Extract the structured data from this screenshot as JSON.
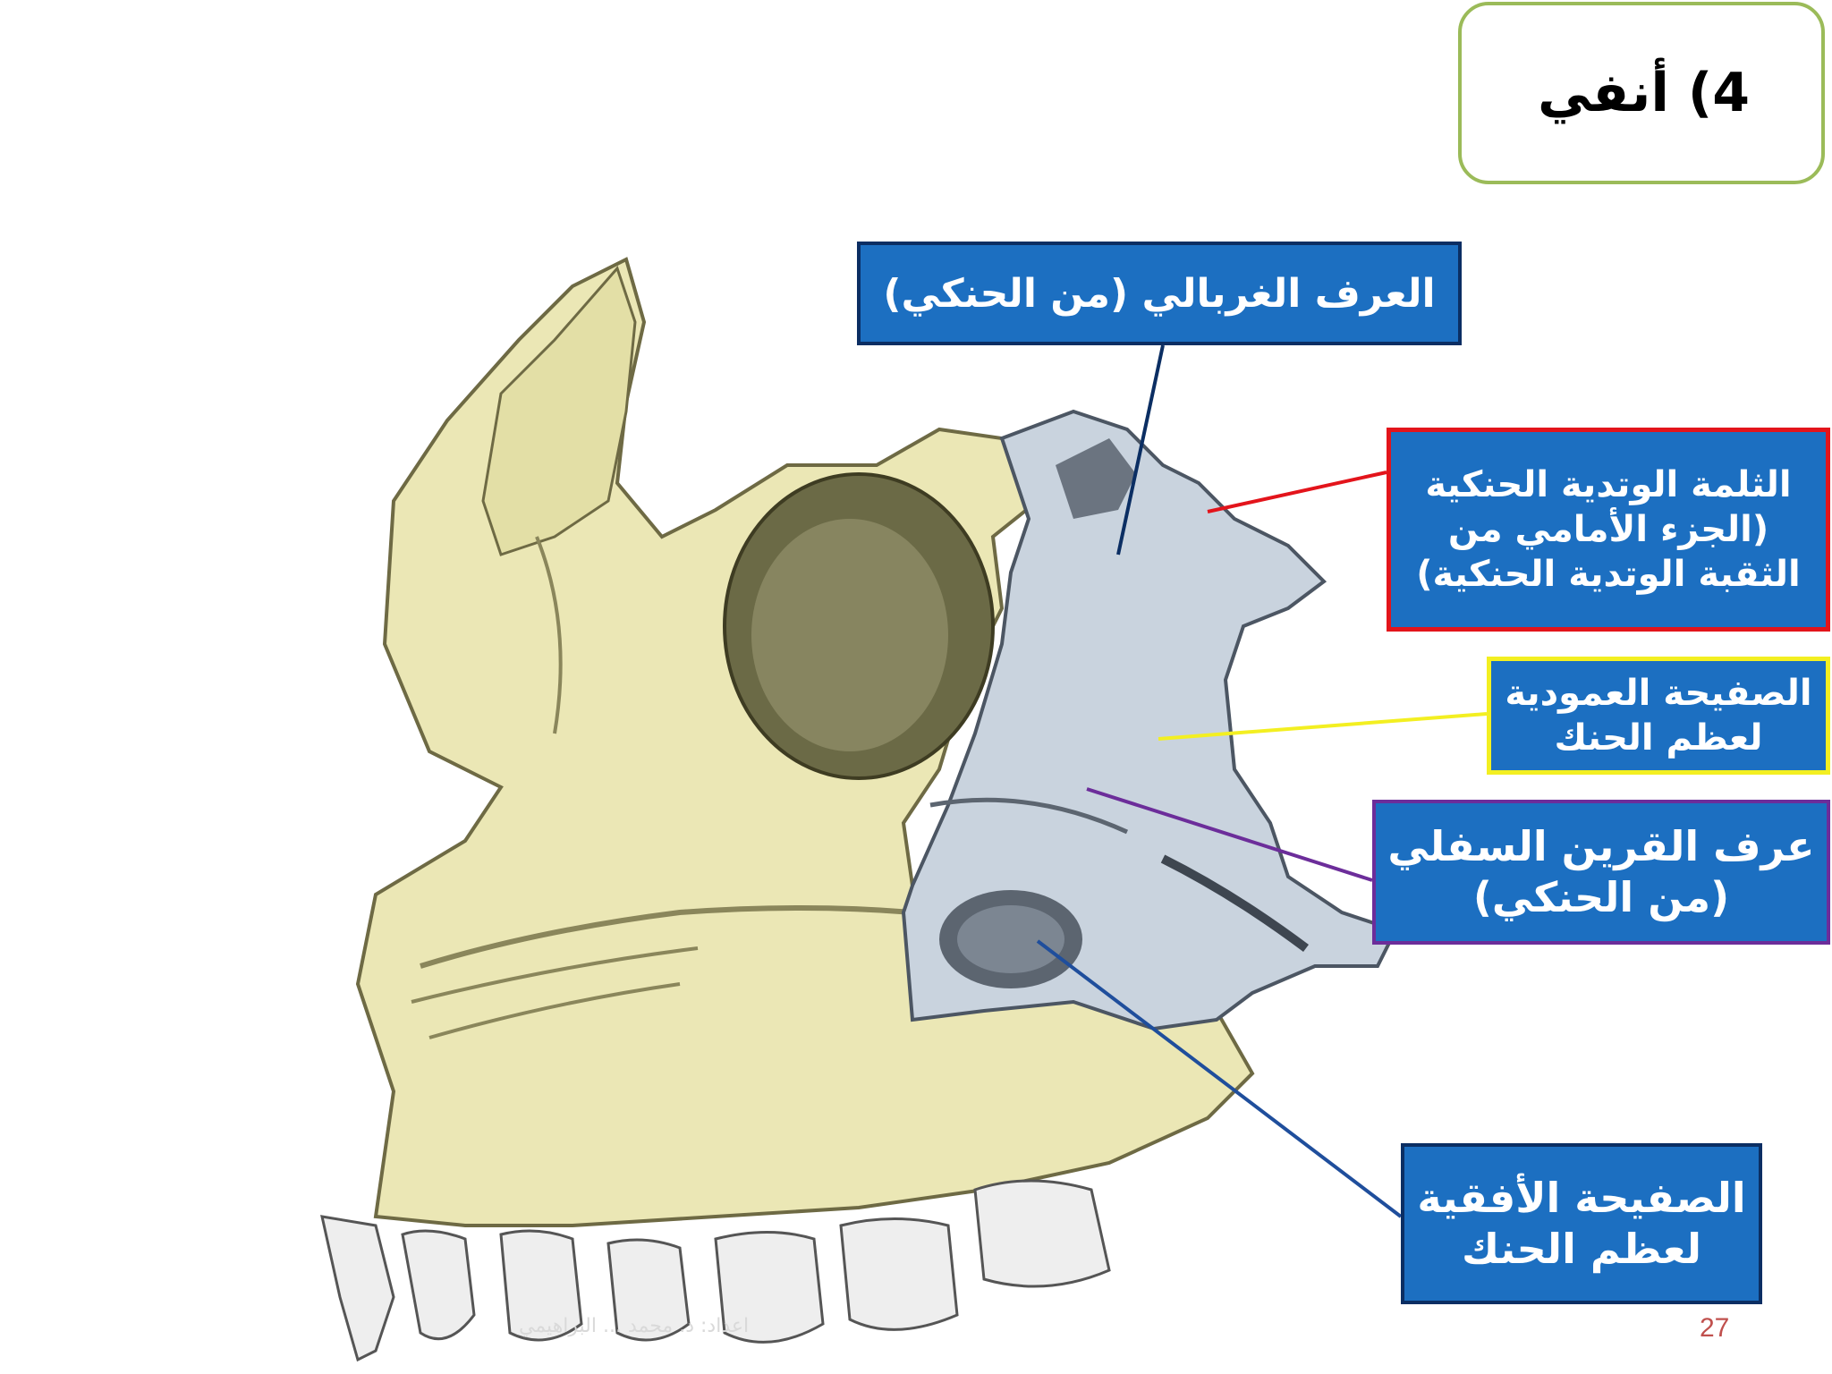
{
  "title": "4) أنفي",
  "labels": {
    "ethmoidal_crest": "العرف الغربالي (من الحنكي)",
    "sphenopalatine_notch": "الثلمة الوتدية الحنكية\n(الجزء الأمامي من\nالثقبة الوتدية الحنكية)",
    "perpendicular_plate": "الصفيحة العمودية\nلعظم الحنك",
    "conchal_crest": "عرف القرين السفلي\n(من الحنكي)",
    "horizontal_plate": "الصفيحة الأفقية\nلعظم الحنك"
  },
  "colors": {
    "label_fill": "#1c6fc1",
    "title_border": "#9bbb59",
    "leader_crest": "#0b2e63",
    "leader_notch": "#e3141b",
    "leader_perp": "#f3ef21",
    "leader_conch": "#6c2d9a",
    "leader_horiz": "#1f4e9c",
    "maxilla_bone": "#ebe7b5",
    "palatine_bone": "#c9d3de"
  },
  "page_number": "27",
  "watermark": "اعداد: د. محمد ... البراهيمي"
}
